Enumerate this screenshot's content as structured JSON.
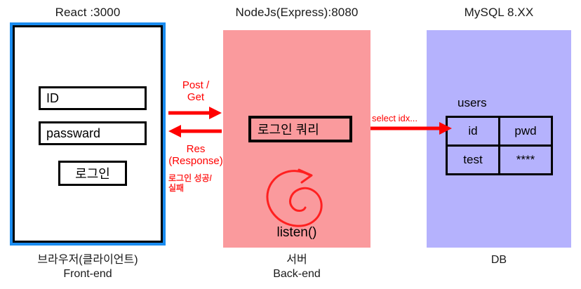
{
  "frontend": {
    "title": "React :3000",
    "fields": [
      {
        "name": "id",
        "value": "ID"
      },
      {
        "name": "password",
        "value": "passward"
      }
    ],
    "login_button": "로그인",
    "caption": "브라우저(클라이언트)\nFront-end",
    "border_color": "#1a8cf0",
    "background": "#ffffff"
  },
  "backend": {
    "title": "NodeJs(Express):8080",
    "query_box": "로그인 쿼리",
    "listen_label": "listen()",
    "caption": "서버\nBack-end",
    "background": "#fa9a9d"
  },
  "database": {
    "title": "MySQL 8.XX",
    "table_name": "users",
    "columns": [
      "id",
      "pwd"
    ],
    "rows": [
      [
        "test",
        "****"
      ]
    ],
    "caption": "DB",
    "background": "#b5b2fd"
  },
  "annotations": {
    "request_label": "Post /\nGet",
    "response_label": "Res\n(Response)",
    "result_label": "로그인 성공/\n실패",
    "select_label": "select idx...",
    "color": "#ff0000"
  }
}
